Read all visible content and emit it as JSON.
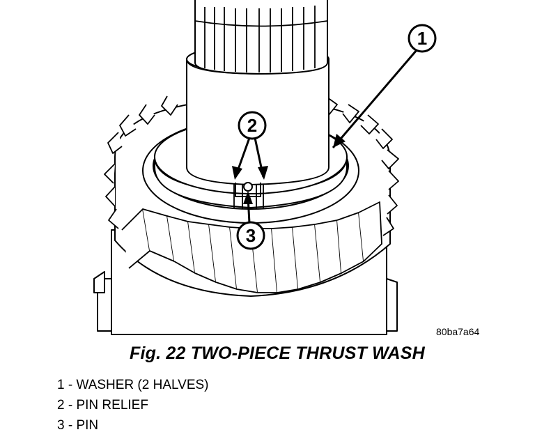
{
  "callouts": [
    {
      "number": "1"
    },
    {
      "number": "2"
    },
    {
      "number": "3"
    }
  ],
  "image_code": "80ba7a64",
  "caption": "Fig. 22 TWO-PIECE THRUST WASH",
  "legend": [
    {
      "number": "1",
      "text": "WASHER (2 HALVES)"
    },
    {
      "number": "2",
      "text": "PIN RELIEF"
    },
    {
      "number": "3",
      "text": "PIN"
    }
  ]
}
